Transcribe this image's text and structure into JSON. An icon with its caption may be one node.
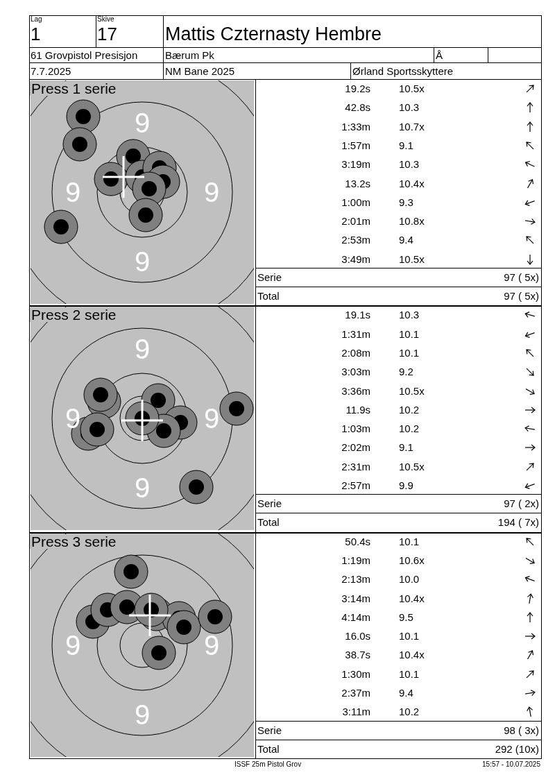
{
  "diagram": {
    "labels": [
      "Lag",
      "1",
      "Skive",
      "17",
      "Mattis Czternasty Hembre",
      "61 Grovpistol Presisjon",
      "Bærum Pk",
      "Å",
      "7.7.2025",
      "NM Bane 2025",
      "Ørland Sportsskyttere",
      "Press 1 serie",
      "9",
      "9",
      "9",
      "9",
      "19.2s",
      "10.5x",
      "42.8s",
      "10.3",
      "1:33m",
      "10.7x",
      "1:57m",
      "9.1",
      "3:19m",
      "10.3",
      "13.2s",
      "10.4x",
      "1:00m",
      "9.3",
      "2:01m",
      "10.8x",
      "2:53m",
      "9.4",
      "3:49m",
      "10.5x",
      "Serie",
      "97 ( 5x)",
      "Total",
      "97 ( 5x)",
      "Press 2 serie",
      "9",
      "9",
      "9",
      "9",
      "19.1s",
      "10.3",
      "1:31m",
      "10.1",
      "2:08m",
      "10.1",
      "3:03m",
      "9.2",
      "3:36m",
      "10.5x",
      "11.9s",
      "10.2",
      "1:03m",
      "10.2",
      "2:02m",
      "9.1",
      "2:31m",
      "10.5x",
      "2:57m",
      "9.9",
      "Serie",
      "97 ( 2x)",
      "Total",
      "194 ( 7x)",
      "Press 3 serie",
      "9",
      "9",
      "9",
      "50.4s",
      "10.1",
      "1:19m",
      "10.6x",
      "2:13m",
      "10.0",
      "3:14m",
      "10.4x",
      "4:14m",
      "9.5",
      "16.0s",
      "10.1",
      "38.7s",
      "10.4x",
      "1:30m",
      "10.1",
      "2:37m",
      "9.4",
      "3:11m",
      "10.2",
      "Serie",
      "98 ( 3x)",
      "Total",
      "292 (10x)",
      "ISSF 25m Pistol Grov",
      "15:57 - 10.07.2025"
    ]
  }
}
